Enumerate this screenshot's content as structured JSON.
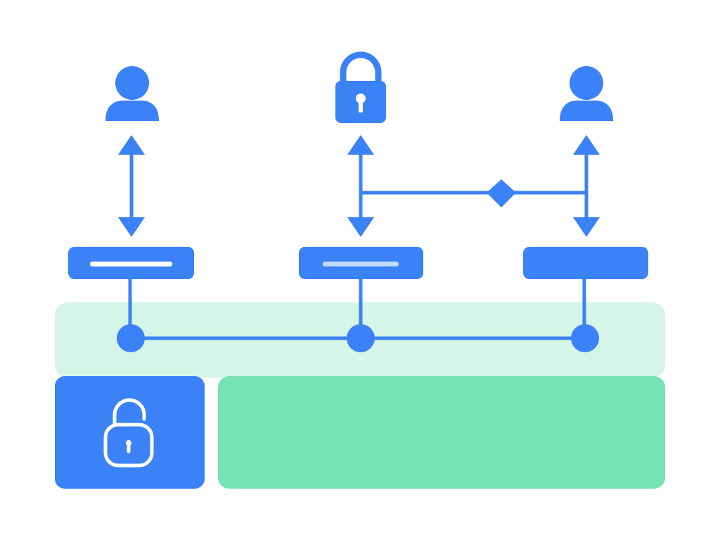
{
  "colors": {
    "primary": "#3b82f6",
    "light_bar": "#bfdbfe",
    "band": "#d5f5e8",
    "panel_green": "#75e3b4",
    "white": "#ffffff"
  },
  "icons": {
    "left_top": "user-icon",
    "center_top": "lock-icon",
    "right_top": "user-icon",
    "panel": "unlocked-lock-icon"
  },
  "connectors": {
    "top_arrows": "bidirectional",
    "bridge": "line-with-diamond",
    "bottom_bus": "line-with-dot-nodes"
  }
}
